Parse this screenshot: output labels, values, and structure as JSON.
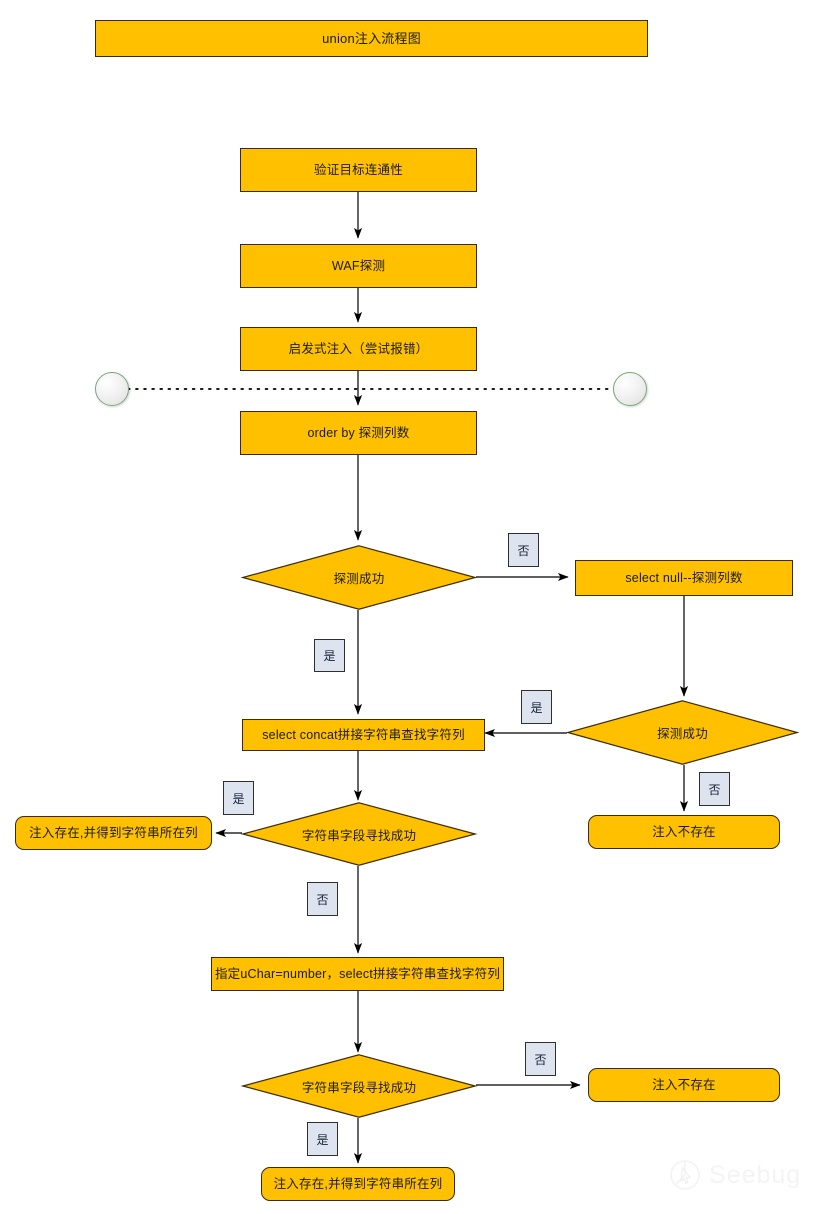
{
  "diagram": {
    "title": "union注入流程图",
    "colors": {
      "node_fill": "#FFC000",
      "node_border": "#3d2b00",
      "edge_label_fill": "#dde4ef",
      "edge_stroke": "#000000",
      "terminator_border": "#7aa87a",
      "background": "#ffffff"
    },
    "nodes": {
      "title": "union注入流程图",
      "verify_connectivity": "验证目标连通性",
      "waf_probe": "WAF探测",
      "heuristic_inject": "启发式注入（尝试报错）",
      "order_by": "order by 探测列数",
      "probe_success_1": "探测成功",
      "select_null": "select null--探测列数",
      "probe_success_2": "探测成功",
      "select_concat": "select concat拼接字符串查找字符列",
      "string_found_1": "字符串字段寻找成功",
      "inject_exists_1": "注入存在,并得到字符串所在列",
      "inject_absent_1": "注入不存在",
      "uchar_number": "指定uChar=number，select拼接字符串查找字符列",
      "string_found_2": "字符串字段寻找成功",
      "inject_absent_2": "注入不存在",
      "inject_exists_2": "注入存在,并得到字符串所在列"
    },
    "edge_labels": {
      "no_1": "否",
      "yes_1": "是",
      "yes_2": "是",
      "yes_3": "是",
      "no_2": "否",
      "no_3": "否",
      "yes_4": "是",
      "no_4": "否"
    },
    "watermark": {
      "text": "Seebug"
    }
  },
  "chart_data": {
    "type": "diagram",
    "title": "union注入流程图",
    "nodes": [
      {
        "id": "title",
        "shape": "rect",
        "label": "union注入流程图"
      },
      {
        "id": "n1",
        "shape": "rect",
        "label": "验证目标连通性"
      },
      {
        "id": "n2",
        "shape": "rect",
        "label": "WAF探测"
      },
      {
        "id": "n3",
        "shape": "rect",
        "label": "启发式注入（尝试报错）"
      },
      {
        "id": "n4",
        "shape": "rect",
        "label": "order by 探测列数"
      },
      {
        "id": "d1",
        "shape": "diamond",
        "label": "探测成功"
      },
      {
        "id": "n5",
        "shape": "rect",
        "label": "select null--探测列数"
      },
      {
        "id": "d2",
        "shape": "diamond",
        "label": "探测成功"
      },
      {
        "id": "n6",
        "shape": "rect",
        "label": "select concat拼接字符串查找字符列"
      },
      {
        "id": "d3",
        "shape": "diamond",
        "label": "字符串字段寻找成功"
      },
      {
        "id": "n7",
        "shape": "rounded",
        "label": "注入存在,并得到字符串所在列"
      },
      {
        "id": "n8",
        "shape": "rounded",
        "label": "注入不存在"
      },
      {
        "id": "n9",
        "shape": "rect",
        "label": "指定uChar=number，select拼接字符串查找字符列"
      },
      {
        "id": "d4",
        "shape": "diamond",
        "label": "字符串字段寻找成功"
      },
      {
        "id": "n10",
        "shape": "rounded",
        "label": "注入不存在"
      },
      {
        "id": "n11",
        "shape": "rounded",
        "label": "注入存在,并得到字符串所在列"
      },
      {
        "id": "t1",
        "shape": "circle",
        "label": ""
      },
      {
        "id": "t2",
        "shape": "circle",
        "label": ""
      }
    ],
    "edges": [
      {
        "from": "n1",
        "to": "n2",
        "label": ""
      },
      {
        "from": "n2",
        "to": "n3",
        "label": ""
      },
      {
        "from": "n3",
        "to": "n4",
        "label": ""
      },
      {
        "from": "n4",
        "to": "d1",
        "label": ""
      },
      {
        "from": "d1",
        "to": "n5",
        "label": "否"
      },
      {
        "from": "d1",
        "to": "n6",
        "label": "是"
      },
      {
        "from": "n5",
        "to": "d2",
        "label": ""
      },
      {
        "from": "d2",
        "to": "n6",
        "label": "是"
      },
      {
        "from": "d2",
        "to": "n8",
        "label": "否"
      },
      {
        "from": "n6",
        "to": "d3",
        "label": ""
      },
      {
        "from": "d3",
        "to": "n7",
        "label": "是"
      },
      {
        "from": "d3",
        "to": "n9",
        "label": "否"
      },
      {
        "from": "n9",
        "to": "d4",
        "label": ""
      },
      {
        "from": "d4",
        "to": "n10",
        "label": "否"
      },
      {
        "from": "d4",
        "to": "n11",
        "label": "是"
      },
      {
        "from": "t1",
        "to": "t2",
        "label": "",
        "style": "dotted"
      }
    ]
  }
}
